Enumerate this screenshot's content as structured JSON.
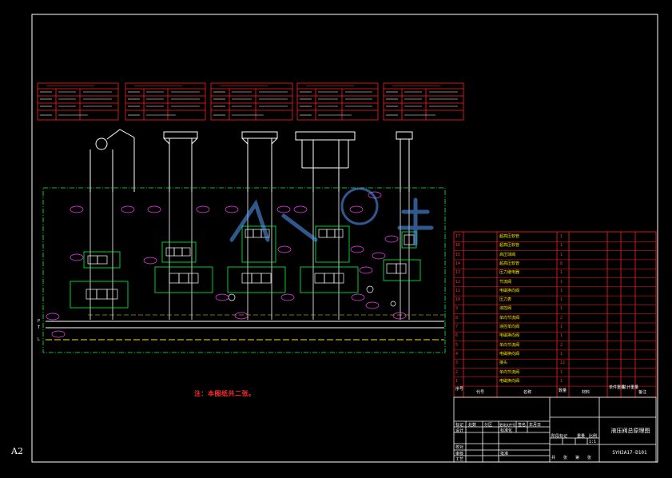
{
  "sheet": {
    "size_label": "A2",
    "note": "注：本图纸共二张。",
    "title": "液压阀总原理图",
    "drawing_number": "SYH2A17-D101"
  },
  "title_block": {
    "row_labels": [
      "标记",
      "处数",
      "分区",
      "更改文件号",
      "签名",
      "年月日"
    ],
    "sign_labels": [
      "设计",
      "校对",
      "审核",
      "工艺",
      "标准化",
      "批准"
    ],
    "stage_labels": [
      "阶段标记",
      "重量",
      "比例"
    ],
    "scale": "1:1",
    "sheet_labels": [
      "共",
      "张",
      "第",
      "张"
    ]
  },
  "bom": {
    "header": [
      "序号",
      "代号",
      "名称",
      "数量",
      "材料",
      "单件重量",
      "总计重量",
      "备注"
    ],
    "rows": [
      {
        "no": "17",
        "code": "",
        "name": "超高压软管",
        "qty": "1"
      },
      {
        "no": "16",
        "code": "",
        "name": "超高压软管",
        "qty": "1"
      },
      {
        "no": "15",
        "code": "",
        "name": "高压球阀",
        "qty": "1"
      },
      {
        "no": "14",
        "code": "",
        "name": "超高压软管",
        "qty": "8"
      },
      {
        "no": "13",
        "code": "",
        "name": "压力继电器",
        "qty": "1"
      },
      {
        "no": "12",
        "code": "",
        "name": "节流阀",
        "qty": "1"
      },
      {
        "no": "11",
        "code": "",
        "name": "电磁换向阀",
        "qty": "1"
      },
      {
        "no": "10",
        "code": "",
        "name": "压力表",
        "qty": "1"
      },
      {
        "no": "9",
        "code": "",
        "name": "液控阀",
        "qty": "1"
      },
      {
        "no": "8",
        "code": "",
        "name": "单向节流阀",
        "qty": "2"
      },
      {
        "no": "7",
        "code": "",
        "name": "液控单向阀",
        "qty": "1"
      },
      {
        "no": "6",
        "code": "",
        "name": "电磁换向阀",
        "qty": "1"
      },
      {
        "no": "5",
        "code": "",
        "name": "单向节流阀",
        "qty": "2"
      },
      {
        "no": "4",
        "code": "",
        "name": "电磁换向阀",
        "qty": "1"
      },
      {
        "no": "3",
        "code": "",
        "name": "接头",
        "qty": "12"
      },
      {
        "no": "2",
        "code": "",
        "name": "单向节流阀",
        "qty": "1"
      },
      {
        "no": "1",
        "code": "",
        "name": "电磁换向阀",
        "qty": "1"
      }
    ]
  },
  "ports": [
    "P",
    "T",
    "L"
  ],
  "colors": {
    "border": "#ffffff",
    "frame": "#ff2020",
    "hydraulic": "#ffffff",
    "manifold": "#00ff40",
    "pilot": "#ffe600",
    "labels": "#ff40ff",
    "watermark": "#5aa0ff"
  }
}
